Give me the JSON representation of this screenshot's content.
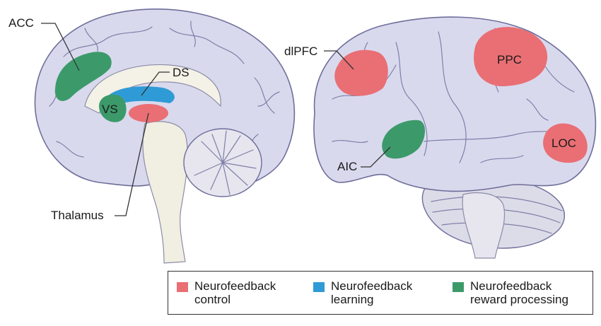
{
  "labels": {
    "acc": "ACC",
    "ds": "DS",
    "vs": "VS",
    "thalamus": "Thalamus",
    "dlpfc": "dlPFC",
    "ppc": "PPC",
    "aic": "AIC",
    "loc": "LOC"
  },
  "legend": {
    "items": [
      {
        "line1": "Neurofeedback",
        "line2": "control",
        "color": "#e96f74"
      },
      {
        "line1": "Neurofeedback",
        "line2": "learning",
        "color": "#2f9bd6"
      },
      {
        "line1": "Neurofeedback",
        "line2": "reward processing",
        "color": "#3c9a6a"
      }
    ]
  },
  "colors": {
    "control": "#e96f74",
    "learning": "#2f9bd6",
    "reward": "#3c9a6a",
    "brain": "#d9d9ee",
    "brain_outline": "#6e6e9a"
  }
}
